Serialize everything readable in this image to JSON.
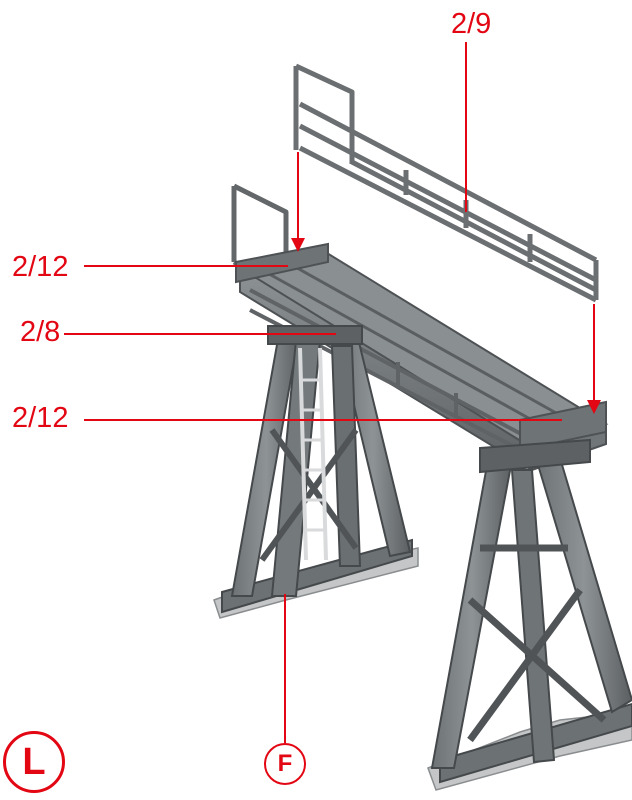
{
  "callouts": {
    "top_railing": "2/9",
    "upper_post": "2/12",
    "side_rail": "2/8",
    "lower_post": "2/12"
  },
  "badges": {
    "step_letter": "L",
    "sub_part": "F"
  },
  "colors": {
    "accent": "#e30613",
    "model_dark": "#5c6062",
    "model_mid": "#7e8385",
    "model_light": "#a9adaf",
    "base_plate": "#c4c6c7"
  }
}
